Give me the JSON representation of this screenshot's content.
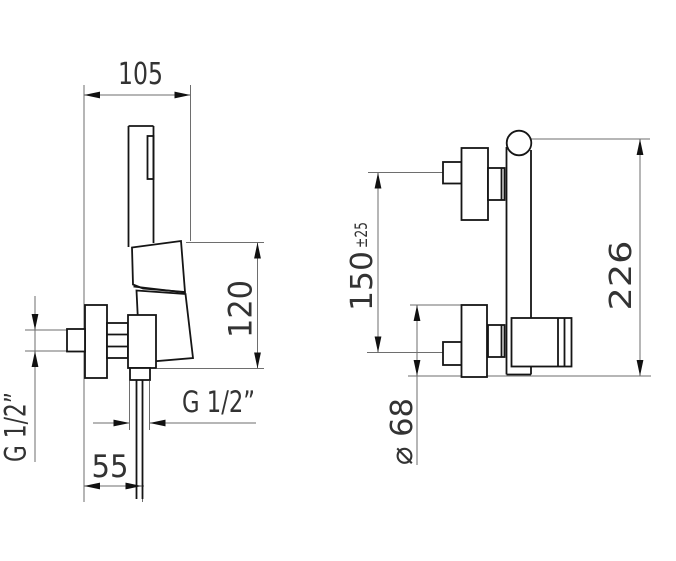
{
  "drawing": {
    "labels": {
      "width_top": "105",
      "lever_height": "120",
      "hose_offset": "55",
      "thread_left": "G 1/2”",
      "thread_hose": "G 1/2”",
      "spacing_nominal": "150",
      "spacing_tolerance": "±25",
      "total_height": "226",
      "body_diameter": "⌀ 68"
    },
    "colors": {
      "object_line": "#151515",
      "dimension_line": "#6e6e6e",
      "text": "#333333",
      "background": "#ffffff"
    }
  }
}
